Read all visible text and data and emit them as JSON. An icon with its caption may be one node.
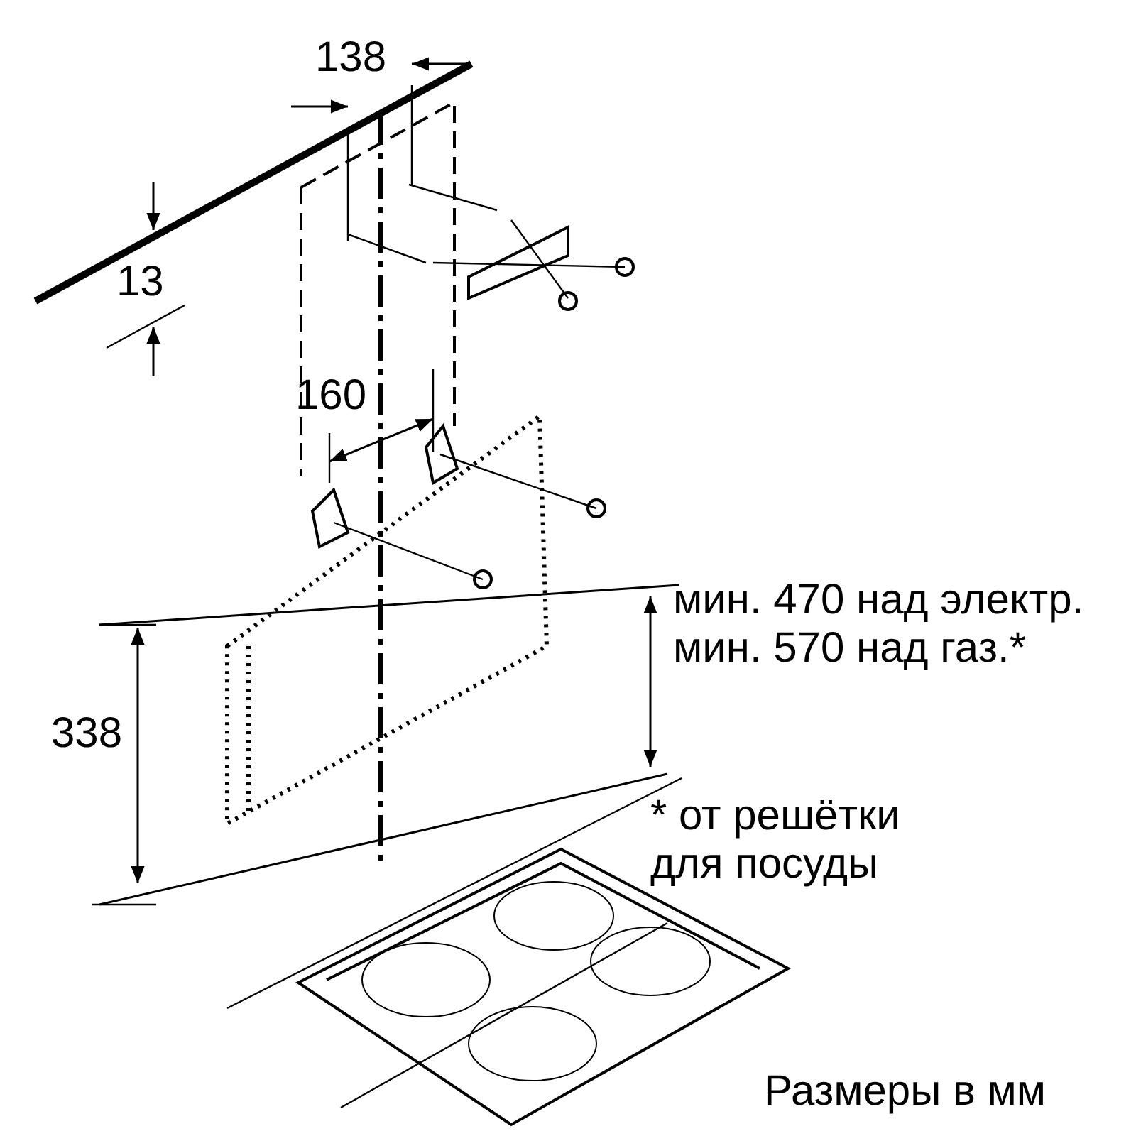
{
  "diagram": {
    "labels": [
      "138",
      "13",
      "160",
      "338",
      "мин. 470 над электр. мин. 570 над газ.*",
      "* от решётки для посуды",
      "Размеры в мм"
    ]
  }
}
